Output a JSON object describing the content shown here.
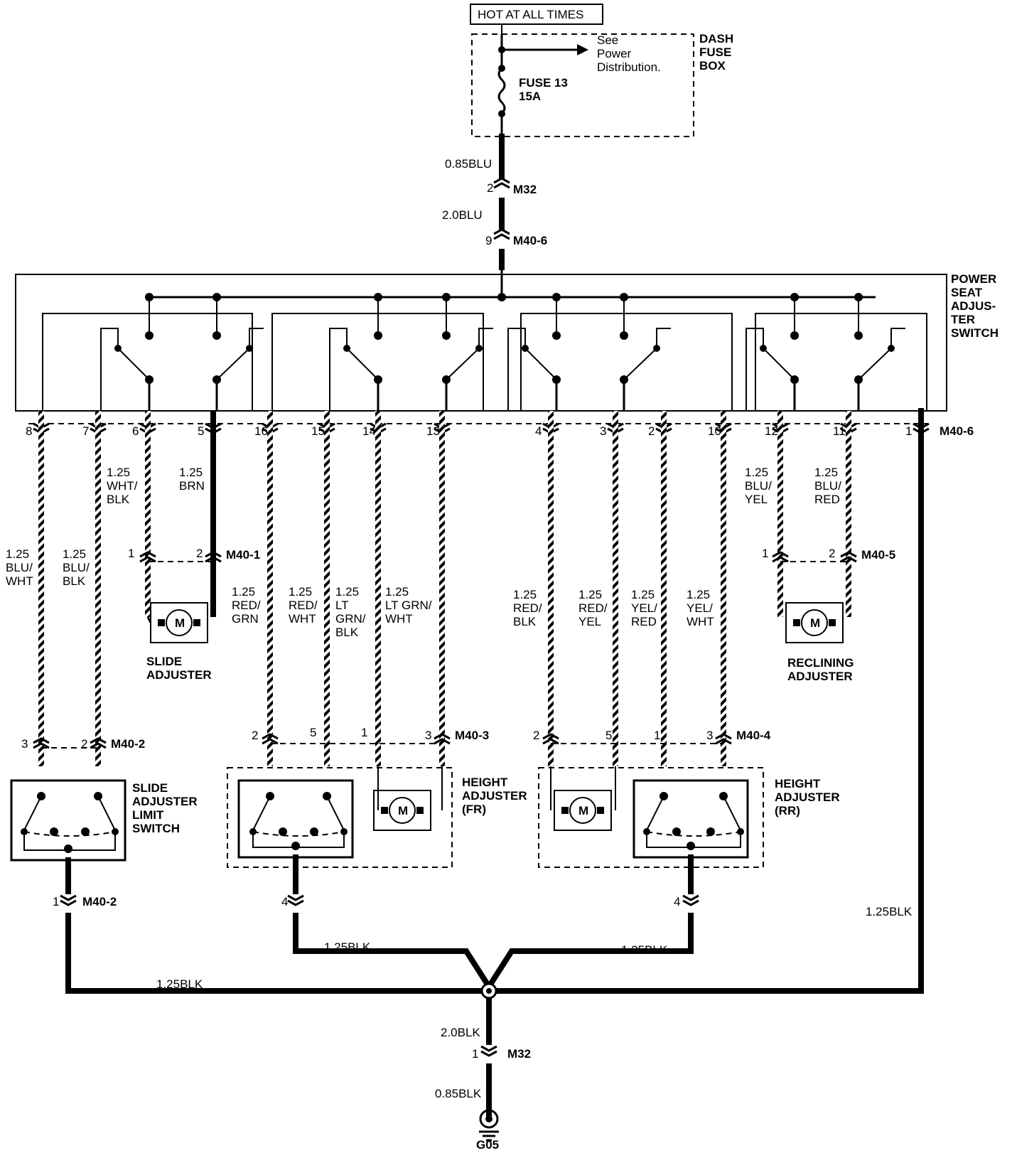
{
  "source": {
    "hot_label": "HOT AT ALL TIMES",
    "dash_fuse_box": "DASH\nFUSE\nBOX",
    "see_note": "See\nPower\nDistribution.",
    "fuse": "FUSE 13\n15A"
  },
  "feed_wires": {
    "w1": "0.85BLU",
    "c1_pin": "2",
    "c1_name": "M32",
    "w2": "2.0BLU",
    "c2_pin": "9",
    "c2_name": "M40-6"
  },
  "switch_label": "POWER\nSEAT\nADJUS-\nTER\nSWITCH",
  "pins": [
    {
      "pin": "8"
    },
    {
      "pin": "7"
    },
    {
      "pin": "6"
    },
    {
      "pin": "5"
    },
    {
      "pin": "16"
    },
    {
      "pin": "15"
    },
    {
      "pin": "14"
    },
    {
      "pin": "13"
    },
    {
      "pin": "4"
    },
    {
      "pin": "3"
    },
    {
      "pin": "2"
    },
    {
      "pin": "10"
    },
    {
      "pin": "12"
    },
    {
      "pin": "11"
    },
    {
      "pin": "1"
    }
  ],
  "pin_connector": "M40-6",
  "wire_labels": [
    {
      "text": "1.25\nBLU/\nWHT"
    },
    {
      "text": "1.25\nBLU/\nBLK"
    },
    {
      "text": "1.25\nWHT/\nBLK"
    },
    {
      "text": "1.25\nBRN"
    },
    {
      "text": "1.25\nRED/\nGRN"
    },
    {
      "text": "1.25\nRED/\nWHT"
    },
    {
      "text": "1.25\nLT\nGRN/\nBLK"
    },
    {
      "text": "1.25\nLT GRN/\nWHT"
    },
    {
      "text": "1.25\nRED/\nBLK"
    },
    {
      "text": "1.25\nRED/\nYEL"
    },
    {
      "text": "1.25\nYEL/\nRED"
    },
    {
      "text": "1.25\nYEL/\nWHT"
    },
    {
      "text": "1.25\nBLU/\nYEL"
    },
    {
      "text": "1.25\nBLU/\nRED"
    }
  ],
  "connectors": {
    "m40_1": {
      "name": "M40-1",
      "p1": "1",
      "p2": "2"
    },
    "m40_5": {
      "name": "M40-5",
      "p1": "1",
      "p2": "2"
    },
    "m40_2a": {
      "name": "M40-2",
      "p1": "3",
      "p2": "2"
    },
    "m40_3": {
      "name": "M40-3",
      "p1": "2",
      "p2": "5",
      "p3": "1",
      "p4": "3"
    },
    "m40_4": {
      "name": "M40-4",
      "p1": "2",
      "p2": "5",
      "p3": "1",
      "p4": "3"
    },
    "m40_2b": {
      "name": "M40-2",
      "pin": "1"
    },
    "fr_gnd": {
      "pin": "4"
    },
    "rr_gnd": {
      "pin": "4"
    },
    "m32_gnd": {
      "name": "M32",
      "pin": "1"
    }
  },
  "components": {
    "slide_adjuster": "SLIDE\nADJUSTER",
    "reclining_adjuster": "RECLINING\nADJUSTER",
    "slide_limit_switch": "SLIDE\nADJUSTER\nLIMIT\nSWITCH",
    "height_fr": "HEIGHT\nADJUSTER\n(FR)",
    "height_rr": "HEIGHT\nADJUSTER\n(RR)",
    "motor_symbol": "M"
  },
  "ground_wires": {
    "w_fr": "1.25BLK",
    "w_rr": "1.25BLK",
    "w_left": "1.25BLK",
    "w_right": "1.25BLK",
    "w_main": "2.0BLK",
    "w_final": "0.85BLK",
    "ground": "G05"
  },
  "colors": {
    "wire": "#000000",
    "background": "#ffffff"
  }
}
